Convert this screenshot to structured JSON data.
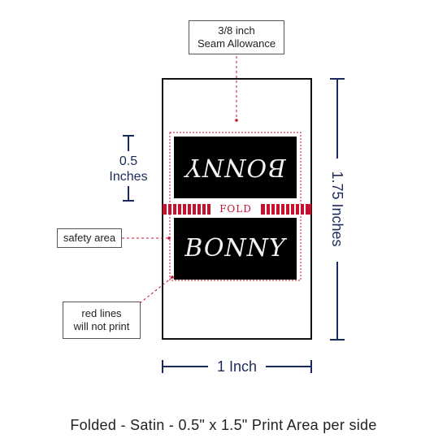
{
  "seam_callout": {
    "line1": "3/8 inch",
    "line2": "Seam Allowance"
  },
  "label": {
    "name_top": "BONNY",
    "name_bottom": "BONNY",
    "fold_text": "FOLD"
  },
  "dimensions": {
    "height_short_value": "0.5",
    "height_short_unit": "Inches",
    "height_total": "1.75 Inches",
    "width_total": "1 Inch"
  },
  "callouts": {
    "safety": "safety area",
    "red_lines_1": "red lines",
    "red_lines_2": "will not print"
  },
  "caption": "Folded - Satin - 0.5\" x 1.5\" Print Area per side",
  "colors": {
    "dimension": "#1b2a5c",
    "guide_red": "#c8102e",
    "label_fill": "#000000"
  }
}
